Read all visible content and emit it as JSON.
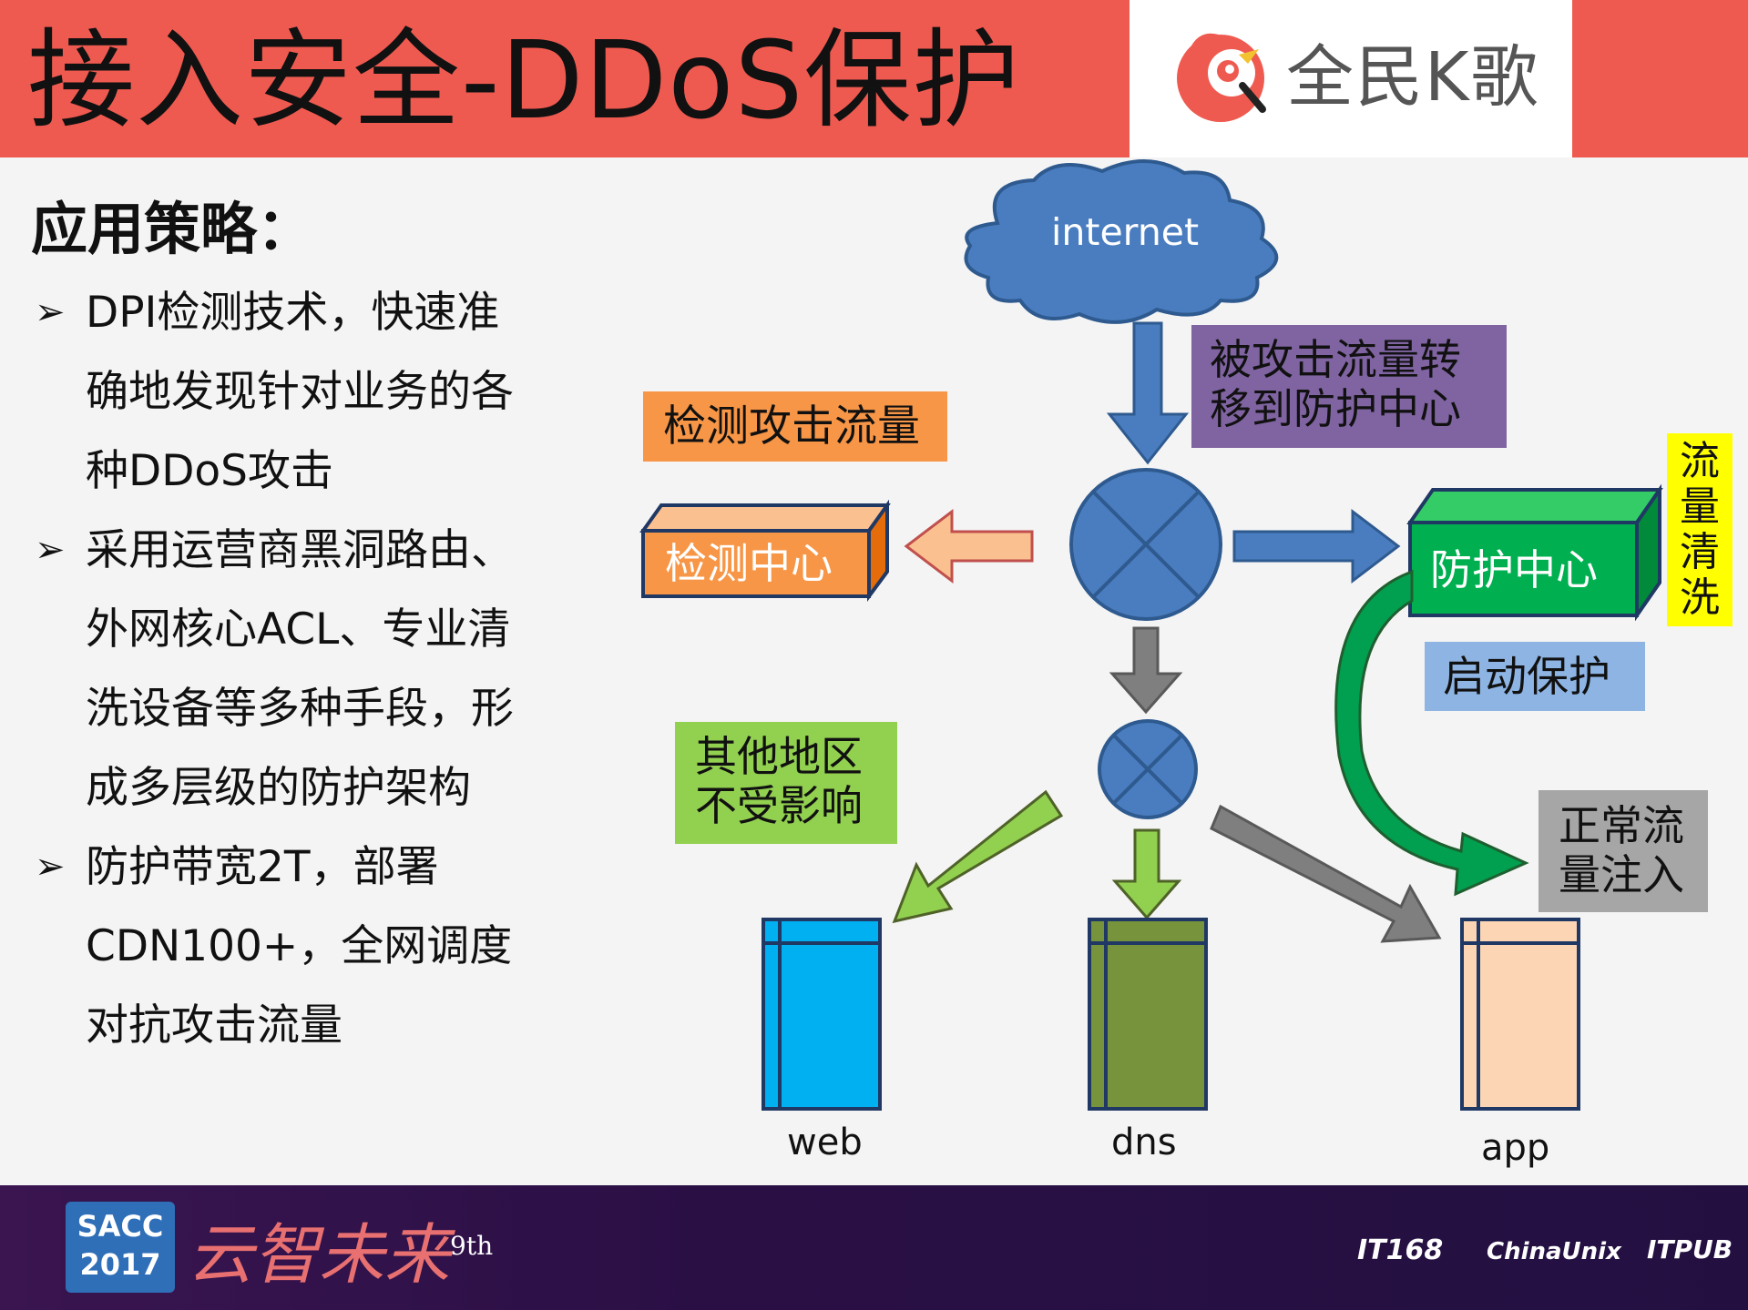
{
  "header": {
    "title": "接入安全-DDoS保护",
    "logo_text": "全民K歌"
  },
  "content": {
    "subtitle": "应用策略：",
    "bullets": [
      {
        "lines": [
          "DPI检测技术，快速准",
          "确地发现针对业务的各",
          "种DDoS攻击"
        ]
      },
      {
        "lines": [
          "采用运营商黑洞路由、",
          "外网核心ACL、专业清",
          "洗设备等多种手段，形",
          "成多层级的防护架构"
        ]
      },
      {
        "lines": [
          "防护带宽2T，部署",
          "CDN100+，全网调度",
          "对抗攻击流量"
        ]
      }
    ]
  },
  "diagram": {
    "internet": "internet",
    "detect_label": "检测攻击流量",
    "divert_label_1": "被攻击流量转",
    "divert_label_2": "移到防护中心",
    "detect_center": "检测中心",
    "protect_center": "防护中心",
    "clean_label": "流量清洗",
    "start_protect": "启动保护",
    "other_region_1": "其他地区",
    "other_region_2": "不受影响",
    "normal_inject_1": "正常流",
    "normal_inject_2": "量注入",
    "servers": [
      "web",
      "dns",
      "app"
    ]
  },
  "footer": {
    "sacc_line1": "SACC",
    "sacc_line2": "2017",
    "slogan": "云智未来",
    "slogan_sup": "9th",
    "sponsors": [
      "IT168",
      "ChinaUnix",
      "ITPUB"
    ]
  },
  "colors": {
    "header_red": "#ef5a50",
    "node_blue": "#4a7dbf",
    "orange": "#f79646",
    "purple": "#8064a2",
    "green": "#00b050",
    "yellow": "#ffff00",
    "light_blue": "#8eb4e3",
    "lime": "#92d050",
    "gray": "#a6a6a6",
    "web_blue": "#00b0f0",
    "dns_olive": "#77933c",
    "app_peach": "#fcd5b5"
  }
}
